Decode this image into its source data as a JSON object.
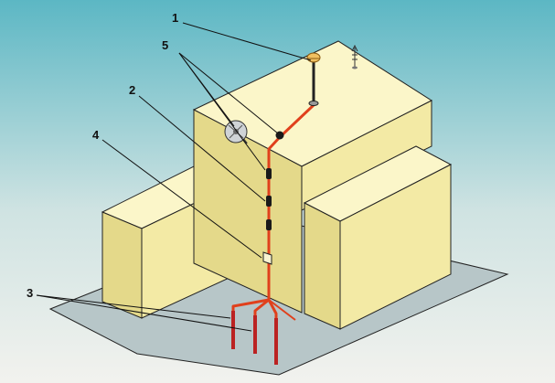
{
  "callouts": {
    "c1": "1",
    "c2": "2",
    "c3": "3",
    "c4": "4",
    "c5": "5"
  },
  "colors": {
    "sky_top": "#5cb7c4",
    "sky_bottom": "#f2f2ee",
    "wall_front": "#f3eaa5",
    "wall_side": "#e4d98a",
    "roof": "#fbf6c9",
    "ground": "#b7c6c8",
    "conductor": "#e0401c",
    "fitting": "#1a1a1a"
  },
  "icons": [
    "air-terminal-icon",
    "satellite-dish-icon",
    "antenna-icon",
    "inspection-box-icon",
    "ground-rod-icon"
  ]
}
